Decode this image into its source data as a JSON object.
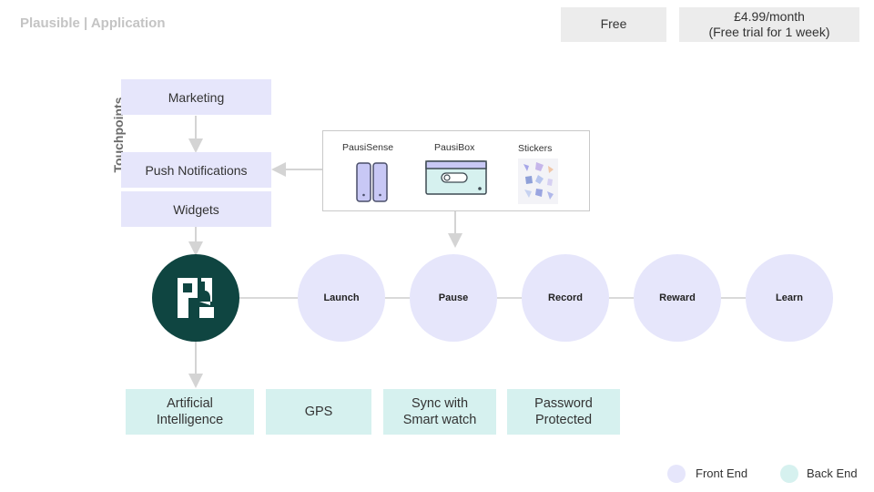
{
  "header": {
    "title": "Plausible | Application",
    "plans": {
      "free": "Free",
      "paid_line1": "£4.99/month",
      "paid_line2": "(Free trial for 1 week)"
    }
  },
  "touchpoints": {
    "label": "Touchpoints",
    "items": [
      "Marketing",
      "Push Notifications",
      "Widgets"
    ]
  },
  "devices": {
    "items": [
      "PausiSense",
      "PausiBox",
      "Stickers"
    ]
  },
  "flow": {
    "steps": [
      "Launch",
      "Pause",
      "Record",
      "Reward",
      "Learn"
    ]
  },
  "backend": {
    "ai": {
      "line1": "Artificial",
      "line2": "Intelligence"
    },
    "gps": "GPS",
    "sync": {
      "line1": "Sync with",
      "line2": "Smart watch"
    },
    "password": {
      "line1": "Password",
      "line2": "Protected"
    }
  },
  "legend": {
    "front_end": "Front End",
    "back_end": "Back End",
    "front_color": "#e6e6fb",
    "back_color": "#d6f1ef"
  },
  "colors": {
    "logo": "#0f4541",
    "connector": "#d9d9d9"
  }
}
